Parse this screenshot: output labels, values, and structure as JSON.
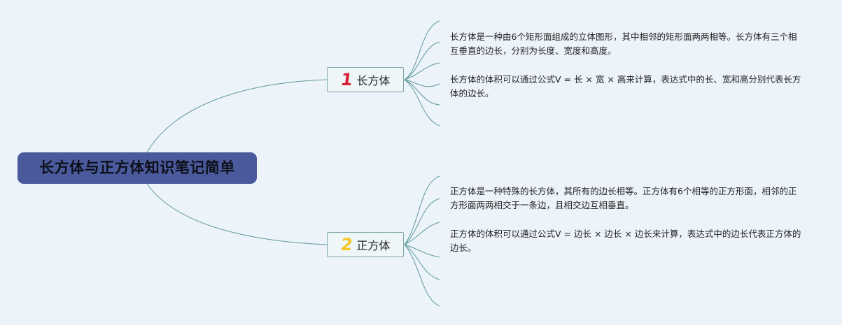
{
  "root": {
    "title": "长方体与正方体知识笔记简单",
    "color": "#4a5a9c"
  },
  "branches": [
    {
      "number": "1",
      "number_color": "#d8203b",
      "label": "长方体",
      "leaves": [
        "长方体是一种由6个矩形面组成的立体图形，其中相邻的矩形面两两相等。长方体有三个相互垂直的边长，分别为长度、宽度和高度。",
        "长方体的体积可以通过公式V = 长 × 宽 × 高来计算，表达式中的长、宽和高分别代表长方体的边长。"
      ]
    },
    {
      "number": "2",
      "number_color": "#f3c623",
      "label": "正方体",
      "leaves": [
        "正方体是一种特殊的长方体，其所有的边长相等。正方体有6个相等的正方形面，相邻的正方形面两两相交于一条边，且相交边互相垂直。",
        "正方体的体积可以通过公式V = 边长 × 边长 × 边长来计算，表达式中的边长代表正方体的边长。"
      ]
    }
  ],
  "connector_color": "#5e9a98"
}
